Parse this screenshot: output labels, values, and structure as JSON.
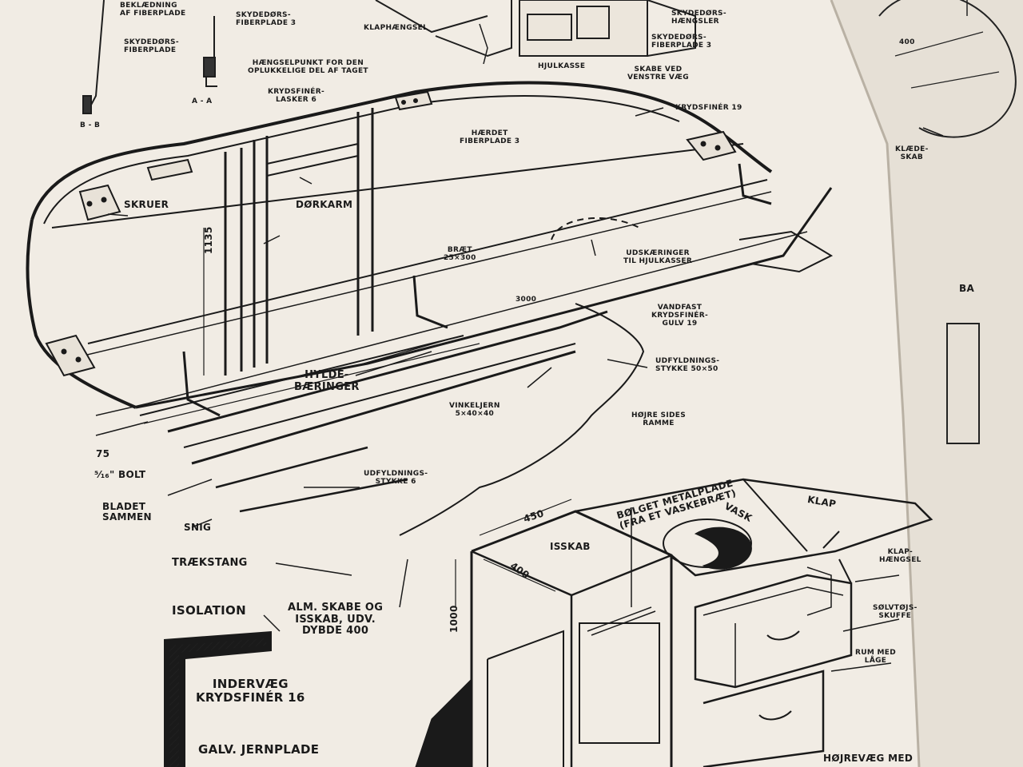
{
  "labels": {
    "beklaedning_fiberplade": "BEKLÆDNING\nAF FIBERPLADE",
    "skydedoers_fiberplade_top": "SKYDEDØRS-\nFIBERPLADE 3",
    "skydedoers_fiberplade_left": "SKYDEDØRS-\nFIBERPLADE",
    "klaphaengsel_top": "KLAPHÆNGSEL",
    "skydedoers_haengsler": "SKYDEDØRS-\nHÆNGSLER",
    "skydedoers_fiberplade_right": "SKYDEDØRS-\nFIBERPLADE 3",
    "hjulkasse": "HJULKASSE",
    "skabe_venstre_vaeg": "SKABE VED\nVENSTRE VÆG",
    "section_aa": "A - A",
    "section_bb": "B - B",
    "haengselpunkt": "HÆNGSELPUNKT FOR DEN\nOPLUKKELIGE DEL AF TAGET",
    "krydsfiner_lasker": "KRYDSFINÉR-\nLASKER 6",
    "krydsfiner_19": "KRYDSFINÉR 19",
    "haerdet_fiberplade": "HÆRDET\nFIBERPLADE 3",
    "dim_400": "400",
    "klaedeskab": "KLÆDE-\nSKAB",
    "skruer": "SKRUER",
    "doerkarm": "DØRKARM",
    "dim_1135": "1135",
    "braet": "BRÆT\n25×300",
    "udskaeringer": "UDSKÆRINGER\nTIL HJULKASSER",
    "dim_3000": "3000",
    "vandfast_krydsfiner": "VANDFAST\nKRYDSFINÉR-\nGULV 19",
    "udfyldningsstykke_50": "UDFYLDNINGS-\nSTYKKE 50×50",
    "hyldebaeringer": "HYLDE-\nBÆRINGER",
    "vinkeljern": "VINKELJERN\n5×40×40",
    "hoejre_sides_ramme": "HØJRE SIDES\nRAMME",
    "dim_75": "75",
    "bolt": "⁵⁄₁₆\" BOLT",
    "bladet_sammen": "BLADET\nSAMMEN",
    "udfyldningsstykke_6": "UDFYLDNINGS-\nSTYKKE 6",
    "snig": "SNIG",
    "traekstang": "TRÆKSTANG",
    "boelget_metalplade": "BØLGET METALPLADE\n(FRA ET VASKEBRÆT)",
    "klap": "KLAP",
    "vask": "VASK",
    "dim_450": "450",
    "isskab": "ISSKAB",
    "dim_400_b": "400",
    "klaphaengsel": "KLAP-\nHÆNGSEL",
    "soelvtoejsskuffe": "SØLVTØJS-\nSKUFFE",
    "rum_med_laage": "RUM MED\nLÅGE",
    "dim_1000": "1000",
    "isolation": "ISOLATION",
    "alm_skabe": "ALM. SKABE OG\nISSKAB, UDV.\nDYBDE 400",
    "indervaeg": "INDERVÆG\nKRYDSFINÉR 16",
    "galv_jernplade": "GALV. JERNPLADE",
    "hoejrevaeg_med": "HØJREVÆG MED",
    "edge_ba": "BA"
  },
  "colors": {
    "paper": "#f1ece4",
    "ink": "#1a1a1a",
    "page_edge": "#d9d2c6"
  },
  "icons": {
    "corner_bracket": "gusset-plate",
    "shelf_bracket": "shelf-bracket",
    "sink": "sink-basin"
  }
}
